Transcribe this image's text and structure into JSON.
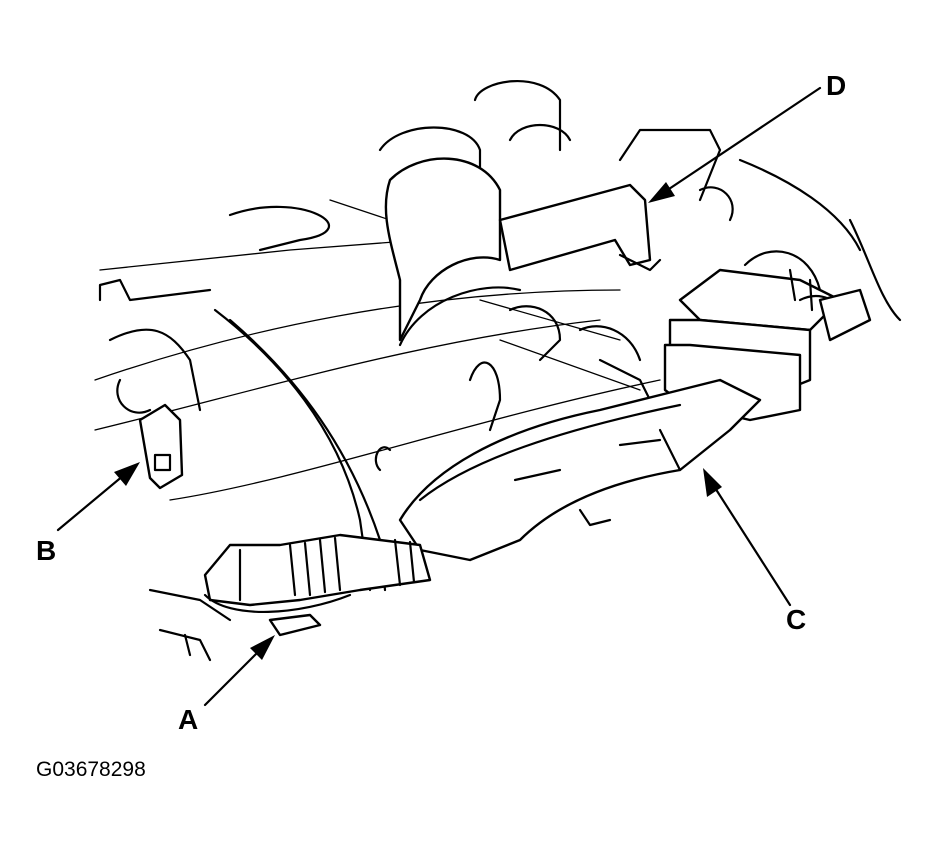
{
  "callouts": {
    "a": "A",
    "b": "B",
    "c": "C",
    "d": "D"
  },
  "figure_id": "G03678298"
}
